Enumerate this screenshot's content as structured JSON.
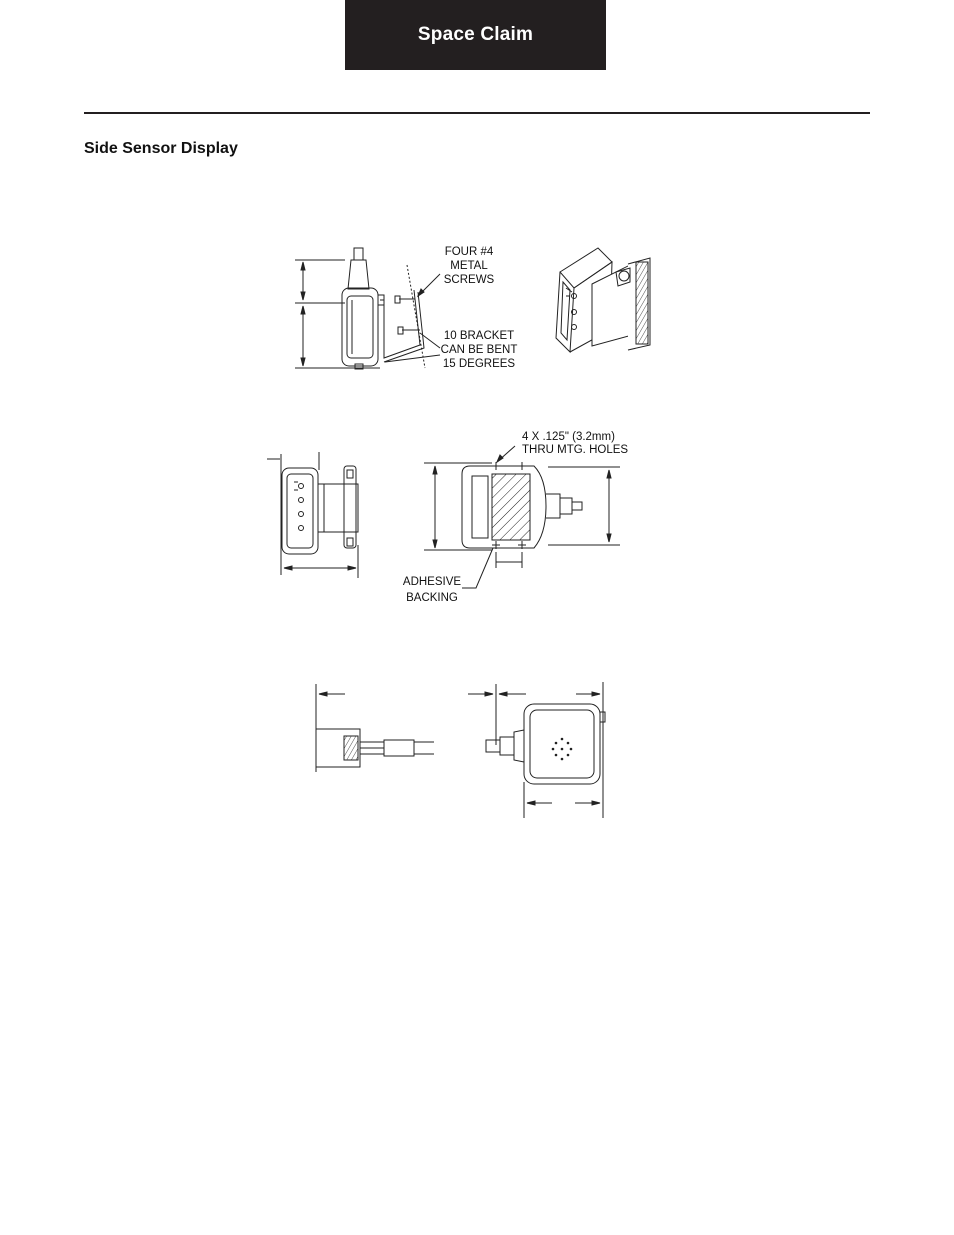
{
  "header": {
    "title": "Space Claim"
  },
  "section": {
    "title": "Side Sensor Display"
  },
  "callouts": {
    "screws": [
      "FOUR #4",
      "METAL",
      "SCREWS"
    ],
    "bracket": [
      "10 BRACKET",
      "CAN BE BENT",
      "15 DEGREES"
    ],
    "holes": [
      "4 X .125\" (3.2mm)",
      "THRU MTG. HOLES"
    ],
    "adhesive": [
      "ADHESIVE",
      "BACKING"
    ]
  }
}
